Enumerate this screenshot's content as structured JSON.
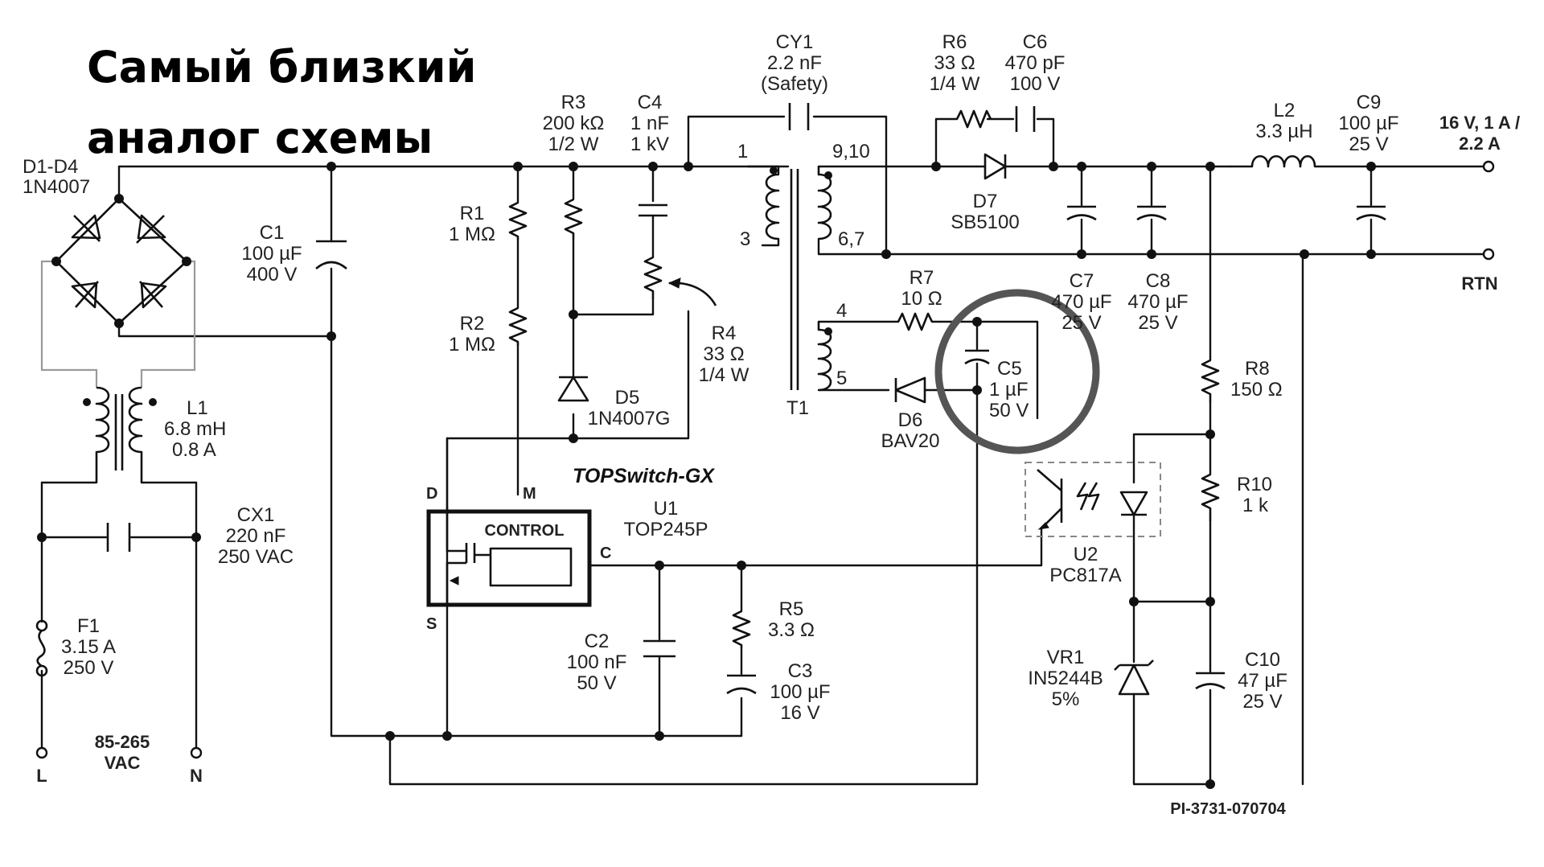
{
  "title_lines": [
    "Самый близкий",
    "аналог схемы"
  ],
  "components": {
    "D1D4": [
      "D1-D4",
      "1N4007"
    ],
    "C1": [
      "C1",
      "100 µF",
      "400 V"
    ],
    "L1": [
      "L1",
      "6.8 mH",
      "0.8 A"
    ],
    "CX1": [
      "CX1",
      "220 nF",
      "250 VAC"
    ],
    "F1": [
      "F1",
      "3.15 A",
      "250 V"
    ],
    "R1": [
      "R1",
      "1 MΩ"
    ],
    "R2": [
      "R2",
      "1 MΩ"
    ],
    "R3": [
      "R3",
      "200 kΩ",
      "1/2 W"
    ],
    "C4": [
      "C4",
      "1 nF",
      "1 kV"
    ],
    "R4": [
      "R4",
      "33 Ω",
      "1/4 W"
    ],
    "D5": [
      "D5",
      "1N4007G"
    ],
    "CY1": [
      "CY1",
      "2.2 nF",
      "(Safety)"
    ],
    "R6": [
      "R6",
      "33 Ω",
      "1/4 W"
    ],
    "C6": [
      "C6",
      "470 pF",
      "100 V"
    ],
    "D7": [
      "D7",
      "SB5100"
    ],
    "L2": [
      "L2",
      "3.3 µH"
    ],
    "C9": [
      "C9",
      "100 µF",
      "25 V"
    ],
    "C7": [
      "C7",
      "470 µF",
      "25 V"
    ],
    "C8": [
      "C8",
      "470 µF",
      "25 V"
    ],
    "R7": [
      "R7",
      "10 Ω"
    ],
    "C5": [
      "C5",
      "1 µF",
      "50 V"
    ],
    "D6": [
      "D6",
      "BAV20"
    ],
    "T1": [
      "T1"
    ],
    "R8": [
      "R8",
      "150 Ω"
    ],
    "R10": [
      "R10",
      "1 k"
    ],
    "U1": [
      "U1",
      "TOP245P"
    ],
    "U2": [
      "U2",
      "PC817A"
    ],
    "C2": [
      "C2",
      "100 nF",
      "50 V"
    ],
    "R5": [
      "R5",
      "3.3 Ω"
    ],
    "C3": [
      "C3",
      "100 µF",
      "16 V"
    ],
    "VR1": [
      "VR1",
      "IN5244B",
      "5%"
    ],
    "C10": [
      "C10",
      "47 µF",
      "25 V"
    ]
  },
  "ic": {
    "family": "TOPSwitch-GX",
    "block_label": "CONTROL",
    "pins": {
      "D": "D",
      "M": "M",
      "C": "C",
      "S": "S"
    }
  },
  "transformer_pins": {
    "p1": "1",
    "p3": "3",
    "p910": "9,10",
    "p67": "6,7",
    "p4": "4",
    "p5": "5"
  },
  "output": {
    "voltage": [
      "16 V, 1 A /",
      "2.2 A"
    ],
    "return": "RTN"
  },
  "input": {
    "range": [
      "85-265",
      "VAC"
    ],
    "line": "L",
    "neutral": "N"
  },
  "drawing_id": "PI-3731-070704"
}
